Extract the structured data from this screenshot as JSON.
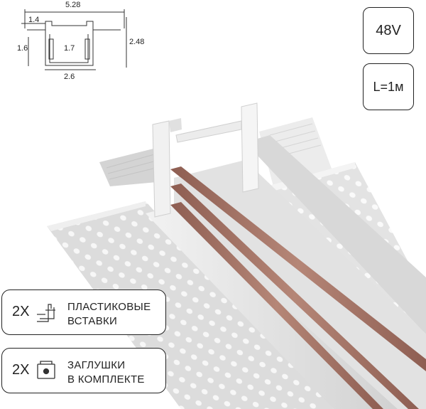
{
  "dimensions": {
    "overall_width": "5.28",
    "flange": "1.4",
    "side_height": "1.6",
    "inner_width": "1.7",
    "total_height": "2.48",
    "bottom_width": "2.6"
  },
  "voltage_badge": "48V",
  "length_badge": "L=1м",
  "accessories": [
    {
      "qty": "2X",
      "line1": "ПЛАСТИКОВЫЕ",
      "line2": "ВСТАВКИ",
      "icon": "insert-icon"
    },
    {
      "qty": "2X",
      "line1": "ЗАГЛУШКИ",
      "line2": "В КОМПЛЕКТЕ",
      "icon": "end-cap-icon"
    }
  ],
  "colors": {
    "profile": "#e6e6e6",
    "conductor": "#a9776a",
    "outline": "#222222"
  }
}
